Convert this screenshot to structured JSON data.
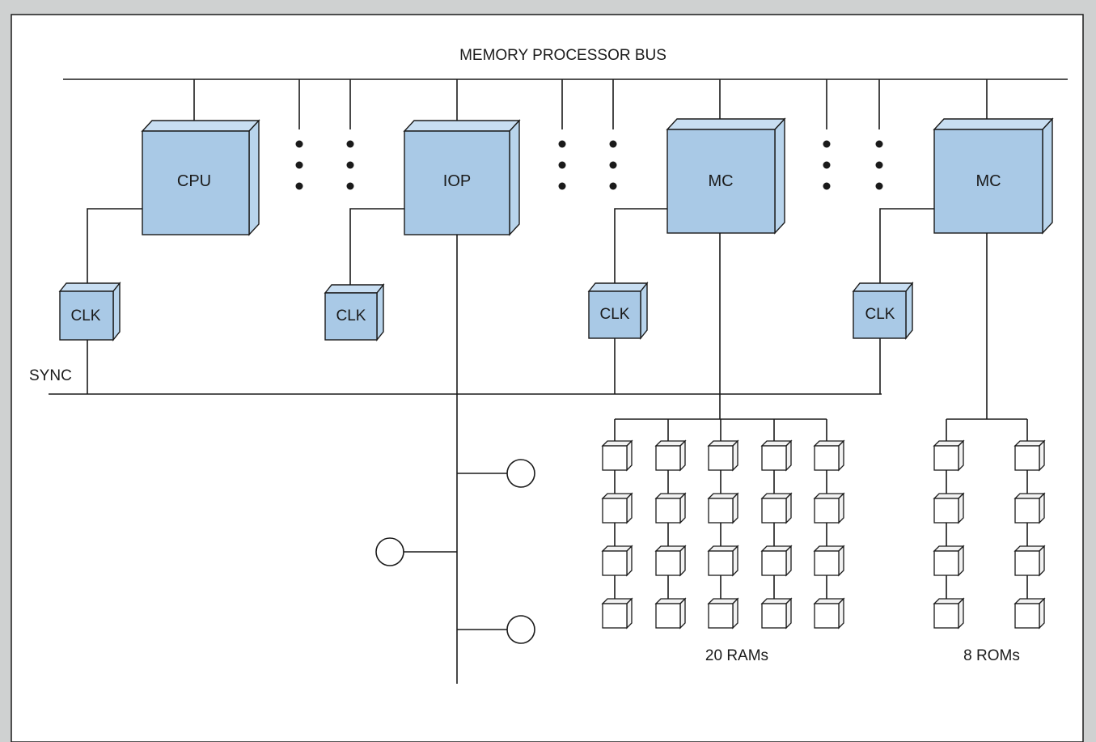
{
  "bus_label": "MEMORY PROCESSOR BUS",
  "sync_label": "SYNC",
  "units": [
    {
      "label": "CPU"
    },
    {
      "label": "IOP"
    },
    {
      "label": "MC"
    },
    {
      "label": "MC"
    }
  ],
  "clocks": [
    {
      "label": "CLK"
    },
    {
      "label": "CLK"
    },
    {
      "label": "CLK"
    },
    {
      "label": "CLK"
    }
  ],
  "ram_label": "20 RAMs",
  "rom_label": "8 ROMs",
  "ram_array": {
    "columns": 5,
    "rows": 4
  },
  "rom_array": {
    "columns": 2,
    "rows": 4
  },
  "io_devices": 3,
  "colors": {
    "block_fill": "#a9c9e6",
    "background": "#cfd1d1",
    "panel": "#ffffff",
    "line": "#1a1a1a"
  }
}
